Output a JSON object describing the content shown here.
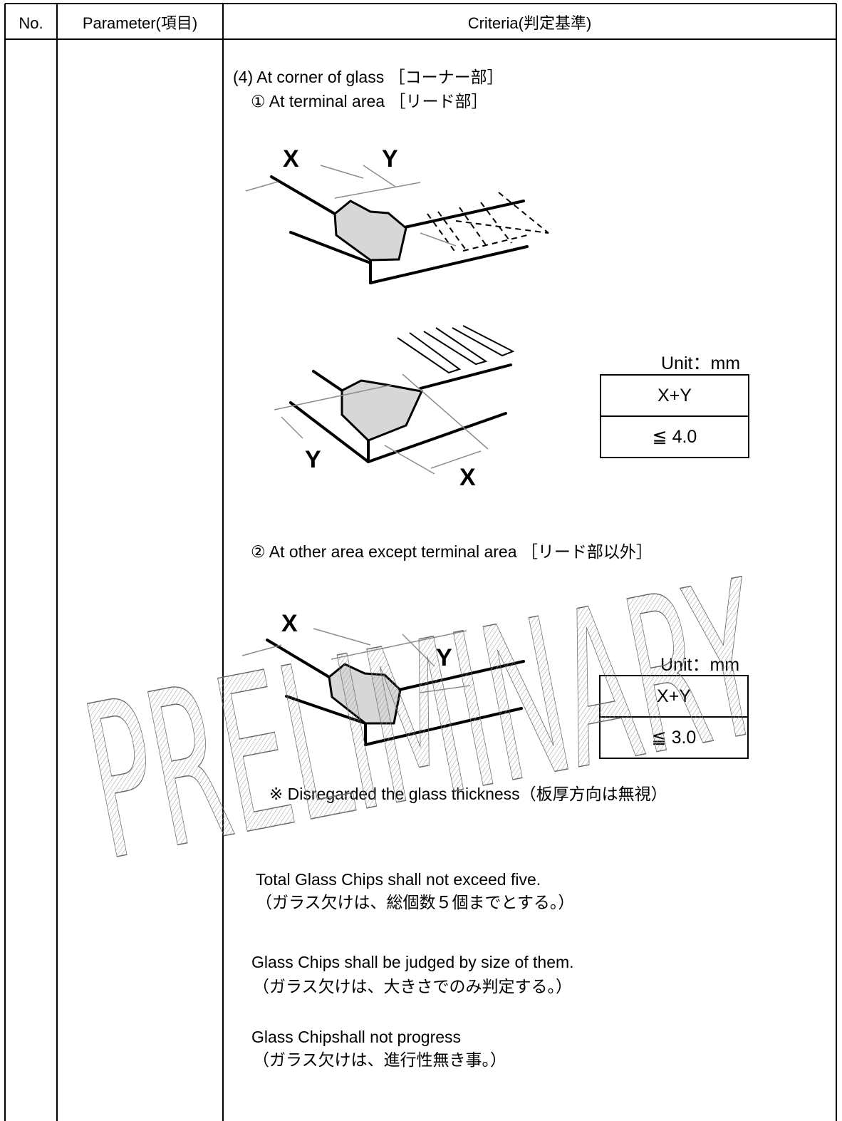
{
  "header": {
    "col_no": "No.",
    "col_parameter": "Parameter(項目)",
    "col_criteria": "Criteria(判定基準)"
  },
  "section": {
    "title": "(4) At corner of glass ［コーナー部］",
    "sub1": "① At terminal area ［リード部］",
    "sub2": "② At other area except terminal area ［リード部以外］"
  },
  "figure1": {
    "label_x": "X",
    "label_y": "Y"
  },
  "figure2": {
    "label_x": "X",
    "label_y": "Y"
  },
  "figure3": {
    "label_x": "X",
    "label_y": "Y"
  },
  "table1": {
    "unit": "Unit：mm",
    "header": "X+Y",
    "value": "≦ 4.0"
  },
  "table2": {
    "unit": "Unit：mm",
    "header": "X+Y",
    "value": "≦ 3.0"
  },
  "notes": {
    "thickness": "※ Disregarded the glass thickness（板厚方向は無視）",
    "total_en": "Total Glass Chips shall not exceed five.",
    "total_jp": "（ガラス欠けは、総個数５個までとする。）",
    "size_en": "Glass Chips shall be judged by size of them.",
    "size_jp": "（ガラス欠けは、大きさでのみ判定する。）",
    "progress_en": "Glass Chipshall not progress",
    "progress_jp": "（ガラス欠けは、進行性無き事。）"
  },
  "watermark": "PRELIMINARY"
}
